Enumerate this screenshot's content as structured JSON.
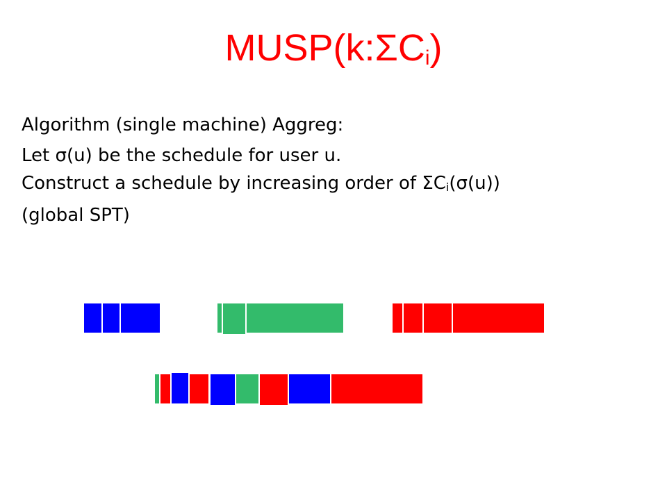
{
  "title": {
    "prefix": "MUSP(k:",
    "sigma": "Σ",
    "c": "C",
    "sub": "i",
    "suffix": ")",
    "color": "#ff0000"
  },
  "text": {
    "line1": "Algorithm (single machine) Aggreg:",
    "line2_a": "Let ",
    "line2_sigma": "σ",
    "line2_b": "(u) be the schedule for user u.",
    "line3_a": "Construct a schedule by increasing order of ",
    "line3_Sigma": "Σ",
    "line3_c": "C",
    "line3_sub": "i",
    "line3_open": "(",
    "line3_sigma": "σ",
    "line3_b": "(u))",
    "line4": "(global SPT)"
  },
  "colors": {
    "blue": "#0000ff",
    "green": "#33bb6b",
    "red": "#ff0000"
  },
  "individual_schedules": [
    {
      "user": "blue",
      "jobs": [
        1,
        1,
        2.2
      ]
    },
    {
      "user": "green",
      "jobs": [
        0.3,
        1.3,
        5.3
      ]
    },
    {
      "user": "red",
      "jobs": [
        0.6,
        1.1,
        1.6,
        5.0
      ]
    }
  ],
  "aggregated_schedule": [
    {
      "user": "green",
      "length": 0.3
    },
    {
      "user": "red",
      "length": 0.6
    },
    {
      "user": "blue",
      "length": 1.0
    },
    {
      "user": "red",
      "length": 1.1
    },
    {
      "user": "blue",
      "length": 1.4
    },
    {
      "user": "green",
      "length": 1.3
    },
    {
      "user": "red",
      "length": 1.6
    },
    {
      "user": "blue",
      "length": 2.3
    },
    {
      "user": "red",
      "length": 5.0
    }
  ]
}
